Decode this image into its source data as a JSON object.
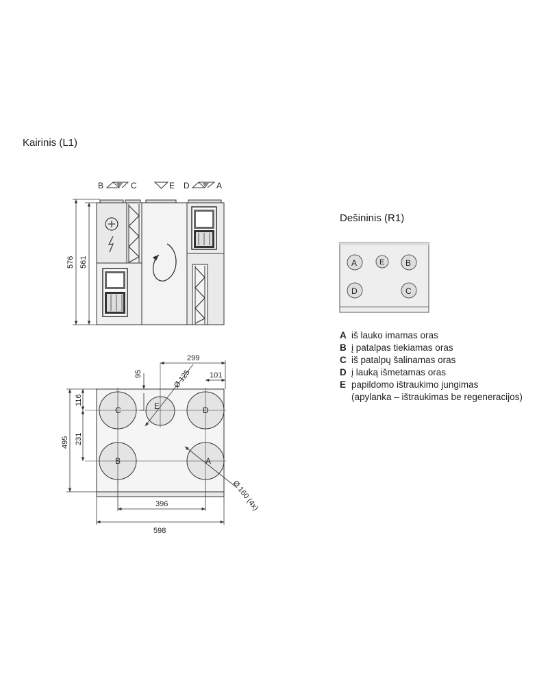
{
  "titles": {
    "left_variant": "Kairinis (L1)",
    "right_variant": "Dešininis (R1)"
  },
  "side_view": {
    "port_labels": [
      "B",
      "C",
      "E",
      "D",
      "A"
    ],
    "dim_overall_height": "576",
    "dim_body_height": "561"
  },
  "top_view": {
    "port_circle_labels": [
      "C",
      "E",
      "D",
      "B",
      "A"
    ],
    "dim_299": "299",
    "dim_95": "95",
    "dim_diameter_125": "Ø 125",
    "dim_101": "101",
    "dim_116": "116",
    "dim_231": "231",
    "dim_495": "495",
    "dim_diameter_160": "Ø 160 (4x)",
    "dim_396": "396",
    "dim_598": "598"
  },
  "right_variant_ports": [
    "A",
    "E",
    "B",
    "D",
    "C"
  ],
  "legend": [
    {
      "key": "A",
      "text": "iš lauko imamas oras"
    },
    {
      "key": "B",
      "text": "į patalpas tiekiamas oras"
    },
    {
      "key": "C",
      "text": "iš patalpų šalinamas oras"
    },
    {
      "key": "D",
      "text": "į lauką išmetamas oras"
    },
    {
      "key": "E",
      "text": "papildomo ištraukimo jungimas",
      "continuation": "(apylanka – ištraukimas be regeneracijos)"
    }
  ]
}
